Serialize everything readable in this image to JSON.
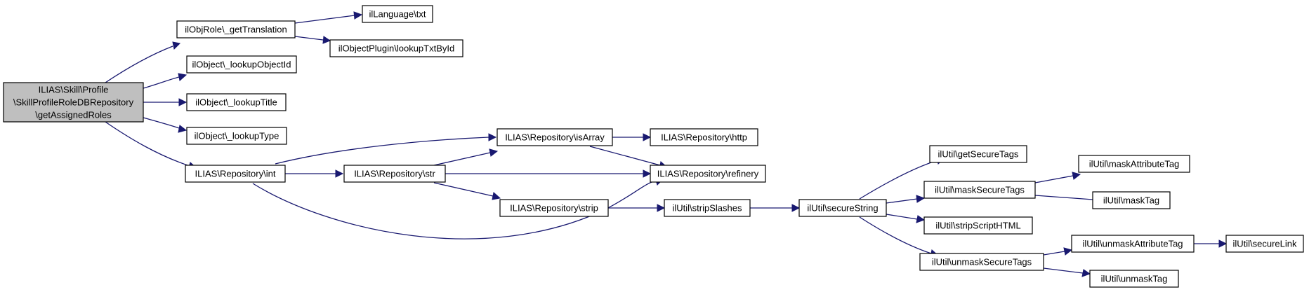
{
  "graph": {
    "colors": {
      "edge": "#191970",
      "node_border": "#000000",
      "root_fill": "#bfbfbf",
      "node_fill": "#ffffff"
    },
    "root": {
      "lines": [
        "ILIAS\\Skill\\Profile",
        "\\SkillProfileRoleDBRepository",
        "\\getAssignedRoles"
      ]
    },
    "nodes": {
      "getTranslation": "ilObjRole\\_getTranslation",
      "langTxt": "ilLanguage\\txt",
      "lookupTxtById": "ilObjectPlugin\\lookupTxtById",
      "lookupObjectId": "ilObject\\_lookupObjectId",
      "lookupTitle": "ilObject\\_lookupTitle",
      "lookupType": "ilObject\\_lookupType",
      "repoInt": "ILIAS\\Repository\\int",
      "repoIsArray": "ILIAS\\Repository\\isArray",
      "repoHttp": "ILIAS\\Repository\\http",
      "repoStr": "ILIAS\\Repository\\str",
      "repoRefinery": "ILIAS\\Repository\\refinery",
      "repoStrip": "ILIAS\\Repository\\strip",
      "stripSlashes": "ilUtil\\stripSlashes",
      "secureString": "ilUtil\\secureString",
      "getSecureTags": "ilUtil\\getSecureTags",
      "maskSecureTags": "ilUtil\\maskSecureTags",
      "maskAttributeTag": "ilUtil\\maskAttributeTag",
      "maskTag": "ilUtil\\maskTag",
      "stripScriptHTML": "ilUtil\\stripScriptHTML",
      "unmaskSecureTags": "ilUtil\\unmaskSecureTags",
      "unmaskAttributeTag": "ilUtil\\unmaskAttributeTag",
      "secureLink": "ilUtil\\secureLink",
      "unmaskTag": "ilUtil\\unmaskTag"
    }
  }
}
